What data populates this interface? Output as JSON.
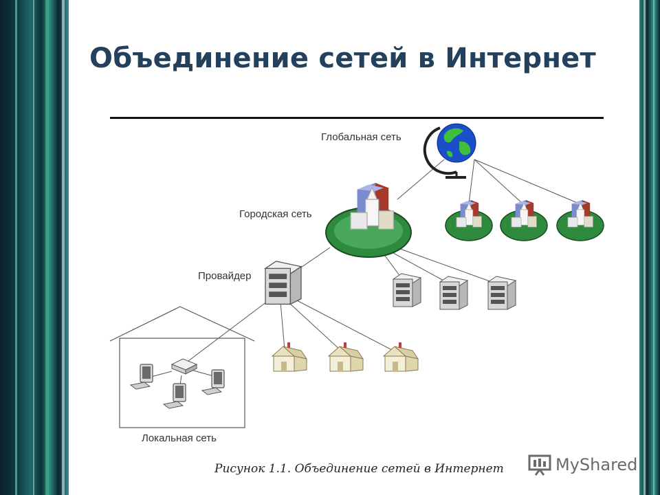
{
  "slide": {
    "title": "Объединение сетей в Интернет"
  },
  "diagram": {
    "labels": {
      "global": "Глобальная сеть",
      "city": "Городская сеть",
      "provider": "Провайдер",
      "local": "Локальная сеть"
    },
    "icons": [
      "globe-icon",
      "city-icon",
      "server-icon",
      "house-icon",
      "computer-icon",
      "hub-icon"
    ]
  },
  "caption": "Рисунок 1.1. Объединение сетей в Интернет",
  "watermark": {
    "text": "MyShared"
  },
  "colors": {
    "title": "#23405c",
    "island": "#2e8b3d",
    "globe_sea": "#1b4fc9",
    "globe_land": "#3fbf3f"
  }
}
